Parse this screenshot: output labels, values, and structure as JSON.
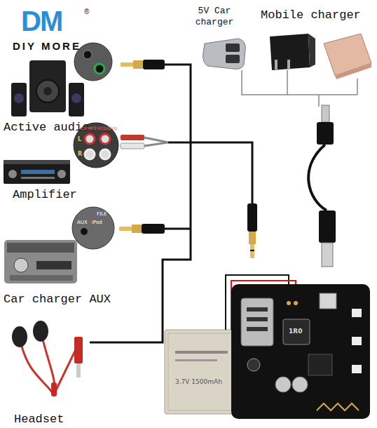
{
  "diagram": {
    "nodes": [
      {
        "text": [
          "Active audio"
        ]
      },
      {
        "text": [
          "Amplifier"
        ]
      },
      {
        "text": [
          "Car charger AUX"
        ]
      },
      {
        "text": [
          "Headset"
        ]
      },
      {
        "text": [
          "5V Car charger"
        ]
      },
      {
        "text": [
          "Mobile charger"
        ]
      }
    ],
    "labels": [
      "DM",
      "DIY MORE",
      "®",
      "L",
      "R",
      "CD/MP3",
      "VCD/DVD",
      "FILE",
      "AUX",
      "iPod",
      "1R0",
      "3.7V 1500mAh"
    ]
  }
}
